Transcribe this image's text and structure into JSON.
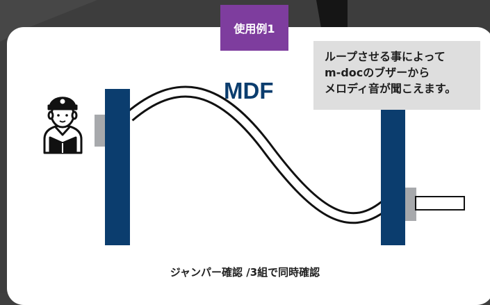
{
  "tag_label": "使用例1",
  "mdf_label": "MDF",
  "note_lines": [
    "ループさせる事によって",
    "m-docのブザーから",
    "メロディ音が聞こえます。"
  ],
  "caption": "ジャンパー確認 /3組で同時確認",
  "colors": {
    "panel": "#0b3d6e",
    "tag": "#7e3d9e",
    "note_bg": "#dedede",
    "connector": "#a7a9ac"
  },
  "icons": [
    "technician-icon",
    "cable-line",
    "plug-connector"
  ]
}
